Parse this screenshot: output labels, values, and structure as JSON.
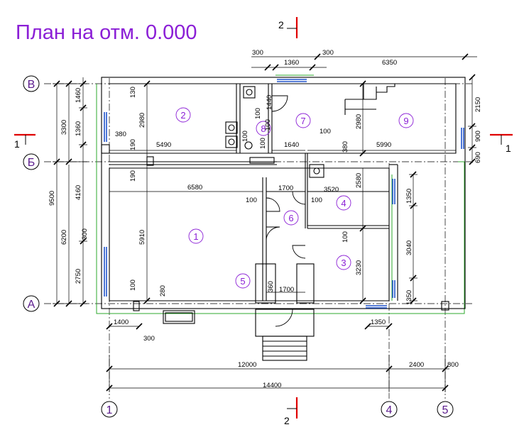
{
  "title": "План на  отм. 0.000",
  "axes": {
    "v": "В",
    "b": "Б",
    "a": "А",
    "n1": "1",
    "n4": "4",
    "n5": "5"
  },
  "sections": {
    "top": "2",
    "bottom": "2",
    "left": "1",
    "right": "1"
  },
  "rooms": {
    "r1": "1",
    "r2": "2",
    "r3": "3",
    "r4": "4",
    "r5": "5",
    "r6": "6",
    "r7": "7",
    "r8": "8",
    "r9": "9"
  },
  "dims": {
    "top": [
      "300",
      "1360",
      "300",
      "6350"
    ],
    "bottom": [
      "14400",
      "12000",
      "2400",
      "800",
      "1400",
      "300",
      "1350"
    ],
    "inner": [
      "6580",
      "1700",
      "3520",
      "5490",
      "1640",
      "5990",
      "1700",
      "380",
      "100",
      "100",
      "100"
    ],
    "left": [
      "9500",
      "3300",
      "6200",
      "1460",
      "1360",
      "4160",
      "2750",
      "300"
    ],
    "right": [
      "2150",
      "900",
      "690"
    ],
    "vert": [
      "2980",
      "130",
      "190",
      "190",
      "5910",
      "100",
      "280",
      "2980",
      "2580",
      "3230",
      "380",
      "100",
      "1350",
      "3040",
      "1350",
      "100",
      "1440",
      "100",
      "100",
      "100",
      "360"
    ]
  }
}
